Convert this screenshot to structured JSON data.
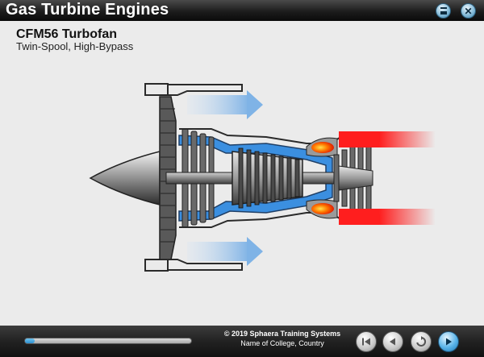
{
  "app": {
    "title": "Gas Turbine Engines"
  },
  "toolbar": {
    "menu_icon": "menu-icon",
    "close_icon": "close-icon"
  },
  "slide": {
    "heading": "CFM56 Turbofan",
    "subheading": "Twin-Spool, High-Bypass"
  },
  "footer": {
    "copyright": "© 2019 Sphaera Training Systems",
    "college": "Name of College, Country",
    "progress_fraction": 0.06
  },
  "nav": {
    "first_icon": "skip-to-start-icon",
    "prev_icon": "previous-icon",
    "replay_icon": "replay-icon",
    "next_icon": "next-icon"
  },
  "colors": {
    "bypass_air": "#7fb3e6",
    "core_air": "#3b8fe0",
    "combustion": "#ff2a00",
    "exhaust": "#ff1e1e",
    "metal_dark": "#5a5a5a",
    "accent_button": "#59b3e8"
  }
}
